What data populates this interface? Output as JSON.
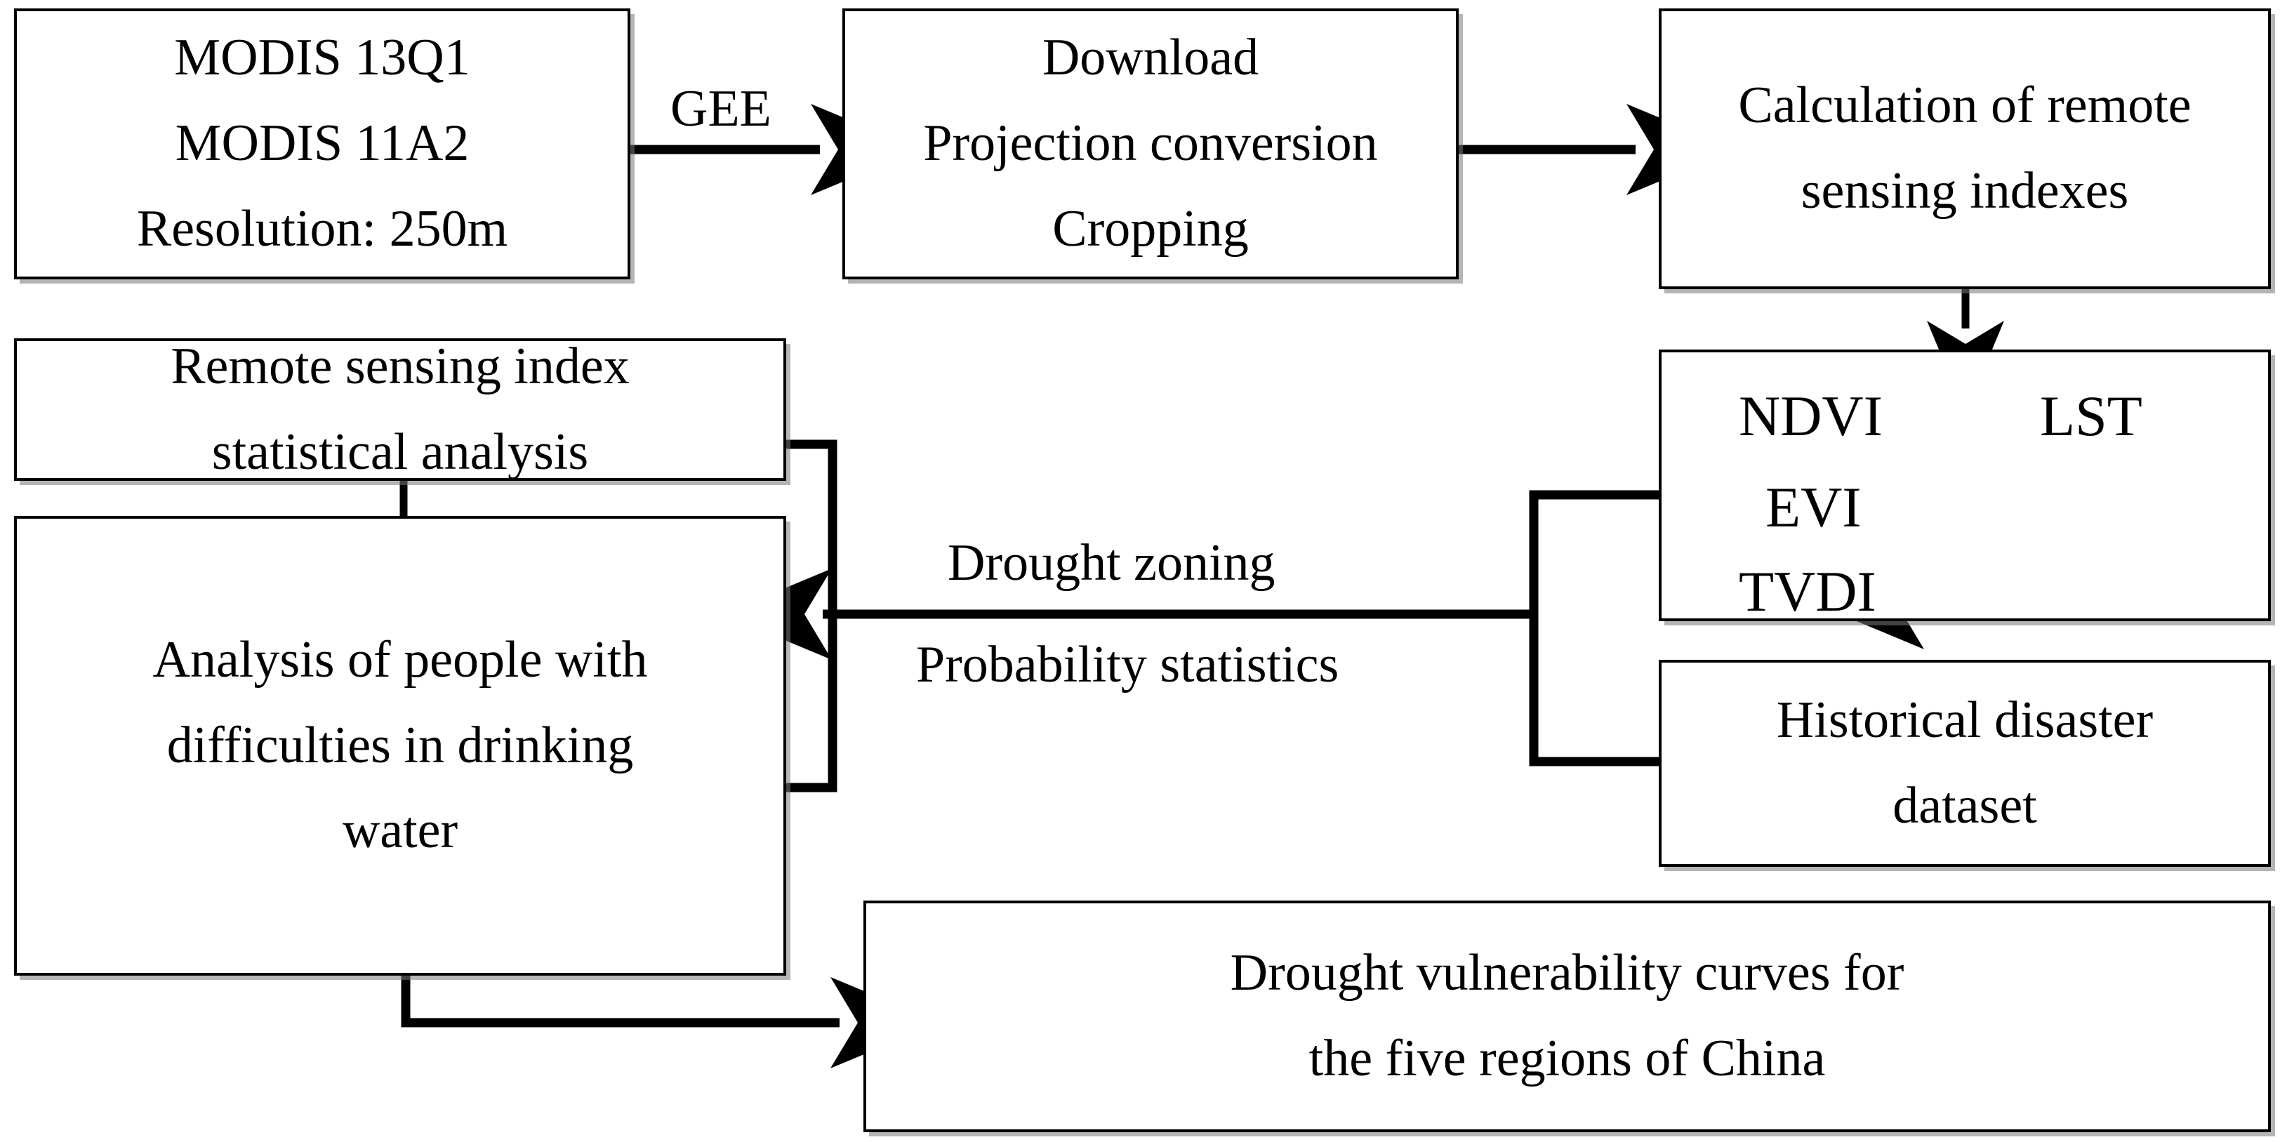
{
  "diagram": {
    "title_present": false,
    "type": "flowchart",
    "stroke_color": "#000000",
    "background_color": "#ffffff",
    "nodes": [
      {
        "id": "data-source",
        "lines": [
          "MODIS 13Q1",
          "MODIS 11A2",
          "Resolution: 250m"
        ]
      },
      {
        "id": "preprocessing",
        "lines": [
          "Download",
          "Projection conversion",
          "Cropping"
        ]
      },
      {
        "id": "index-calculation",
        "lines": [
          "Calculation of remote",
          "sensing indexes"
        ]
      },
      {
        "id": "indexes",
        "lines": [
          "NDVI",
          "LST",
          "EVI",
          "TVDI"
        ]
      },
      {
        "id": "historical-dataset",
        "lines": [
          "Historical disaster",
          "dataset"
        ]
      },
      {
        "id": "statistical-analysis",
        "lines": [
          "Remote sensing index",
          "statistical analysis"
        ]
      },
      {
        "id": "drinking-water-analysis",
        "lines": [
          "Analysis of people with",
          "difficulties in drinking",
          "water"
        ]
      },
      {
        "id": "vulnerability-curves",
        "lines": [
          "Drought vulnerability curves for",
          "the five regions of China"
        ]
      }
    ],
    "edge_labels": [
      {
        "id": "gee",
        "text": "GEE"
      },
      {
        "id": "drought-zoning",
        "text": "Drought zoning"
      },
      {
        "id": "probability-statistics",
        "text": "Probability statistics"
      }
    ],
    "index_terms": {
      "ndvi": "NDVI",
      "lst": "LST",
      "evi": "EVI",
      "tvdi": "TVDI"
    }
  }
}
